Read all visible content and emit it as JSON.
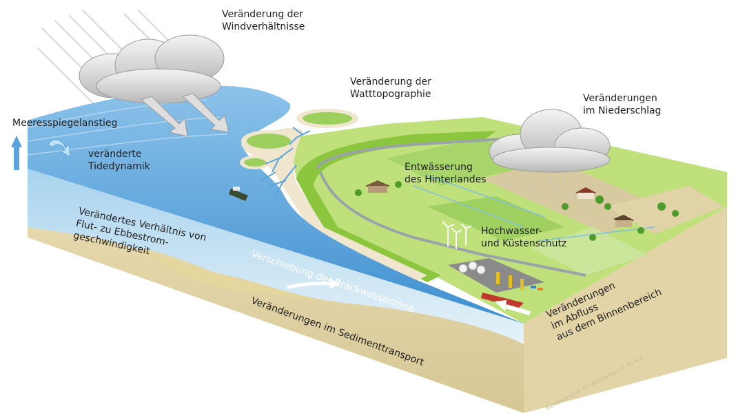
{
  "labels": {
    "wind": [
      "Veränderung der",
      "Windverhältnisse"
    ],
    "sea_level": "Meeresspiegelanstieg",
    "tide": [
      "veränderte",
      "Tidedynamik"
    ],
    "watt": [
      "Veränderung der",
      "Watttopographie"
    ],
    "precipitation": [
      "Veränderungen",
      "im Niederschlag"
    ],
    "drainage": [
      "Entwässerung",
      "des Hinterlandes"
    ],
    "flood": [
      "Hochwasser-",
      "und Küstenschutz"
    ],
    "flow_ratio": [
      "Verändertes Verhältnis von",
      "Flut- zu Ebbestrom-",
      "geschwindigkeit"
    ],
    "brackish": "Verschiebung der Brackwasserzone",
    "sediment": "Veränderungen im Sedimenttransport",
    "discharge": [
      "Veränderungen",
      "im Abfluss",
      "aus dem Binnenbereich"
    ]
  },
  "credit": "Bundesanstalt für Wasserbau CC BY 4.0",
  "colors": {
    "sea_top": "#5aa3dd",
    "sea_side": "#cfe6f4",
    "soil_side": "#e8dbb0",
    "land": "#bfe07a",
    "dike": "#8cc63f",
    "cloud": "#dcdcdc"
  }
}
